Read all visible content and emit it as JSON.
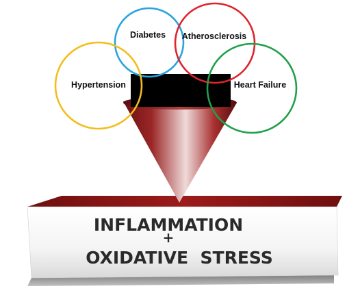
{
  "circles": [
    {
      "label": "Diabetes",
      "color": "#2aa3df"
    },
    {
      "label": "Atherosclerosis",
      "color": "#e0232b"
    },
    {
      "label": "Hypertension",
      "color": "#f2be1c"
    },
    {
      "label": "Heart Failure",
      "color": "#1fa04a"
    }
  ],
  "base": {
    "line1": "INFLAMMATION",
    "plus": "+",
    "line2": "OXIDATIVE  STRESS"
  },
  "colors": {
    "funnel": "#8e1c1c",
    "funnel_dark": "#5e0d0d",
    "funnel_light": "#e8c9c9",
    "block_top": "#8a1414",
    "cap": "#000000"
  }
}
